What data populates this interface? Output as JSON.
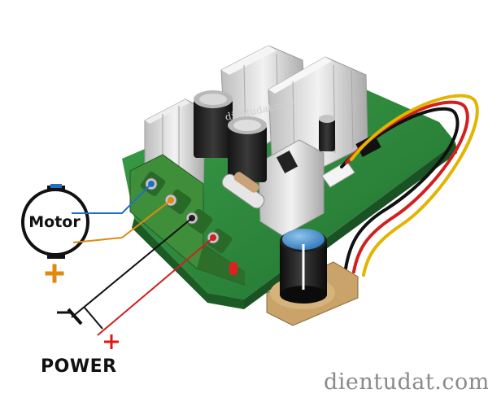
{
  "image": {
    "labels": {
      "motor": "Motor",
      "power": "POWER",
      "watermark": "dientudat.com",
      "board_watermark": "dientudat.com"
    },
    "symbols": {
      "motor_minus": "−",
      "motor_plus": "+",
      "power_minus": "−",
      "power_plus": "+"
    },
    "colors": {
      "pcb": "#2f8a3e",
      "terminal_block": "#3f8f3a",
      "heatsink": "#d8d8d8",
      "knob_blue": "#3d8fd0",
      "knob_black": "#1b1b1b",
      "wire_red": "#d02020",
      "wire_yellow": "#e3b400",
      "wire_black": "#111111",
      "minus_blue": "#1f6fc5",
      "plus_orange": "#e08a10",
      "power_plus_red": "#e01515"
    }
  }
}
